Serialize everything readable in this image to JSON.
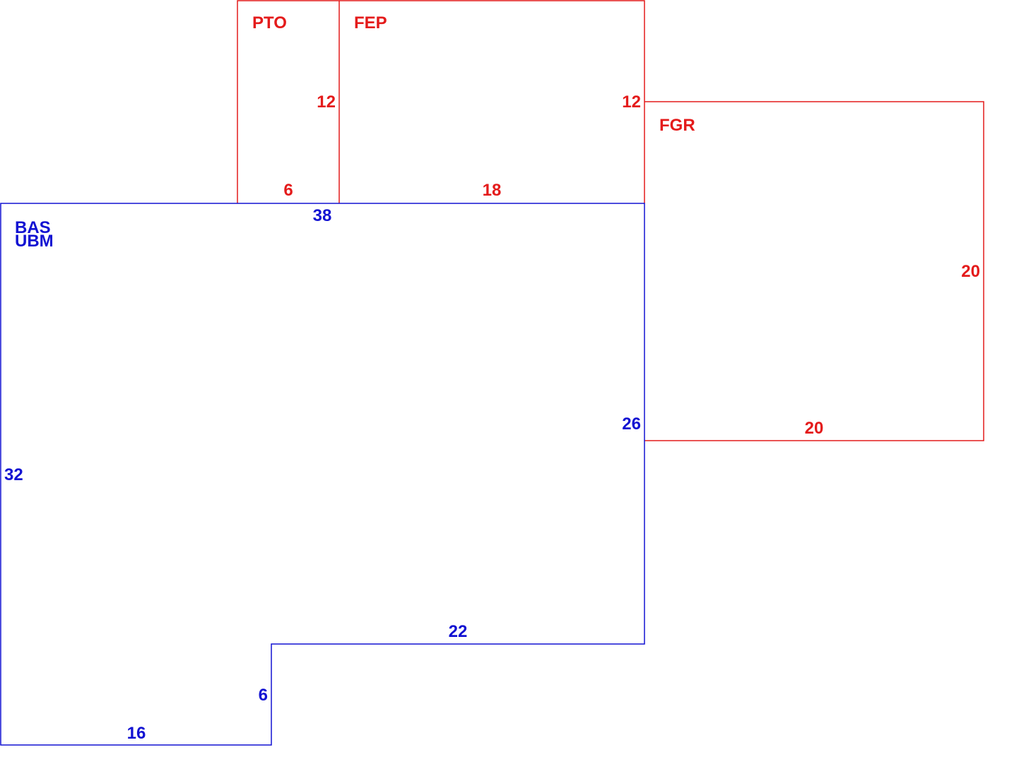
{
  "colors": {
    "living": "#1212d2",
    "other": "#e41b1b"
  },
  "areas": {
    "pto": {
      "code": "PTO",
      "dims": {
        "height": "12",
        "width": "6"
      }
    },
    "fep": {
      "code": "FEP",
      "dims": {
        "height": "12",
        "width": "18"
      }
    },
    "fgr": {
      "code": "FGR",
      "dims": {
        "height": "20",
        "width": "20"
      }
    },
    "bas": {
      "code": "BAS",
      "code2": "UBM",
      "dims": {
        "top": "38",
        "left": "32",
        "right": "26",
        "inner_top": "22",
        "inner_step": "6",
        "bottom": "16"
      }
    }
  }
}
